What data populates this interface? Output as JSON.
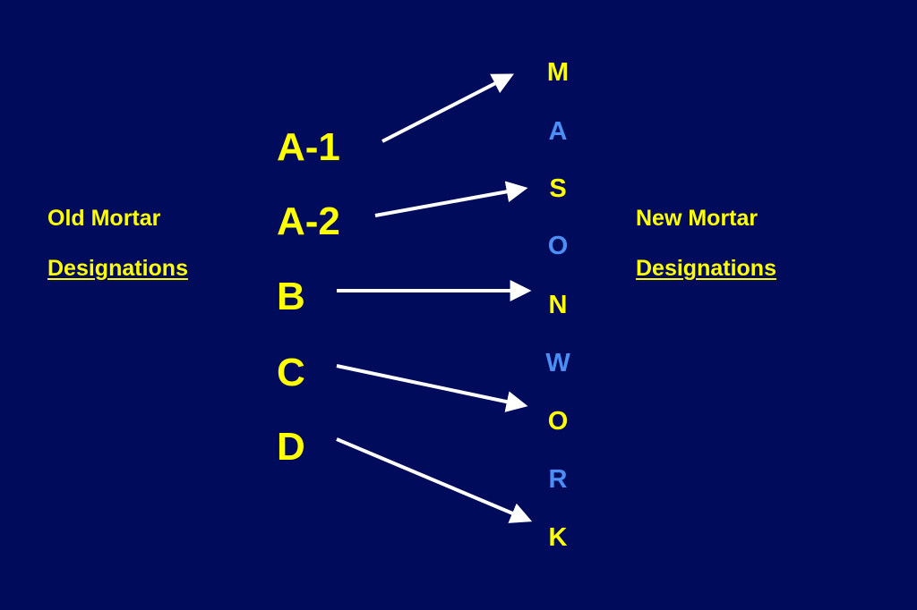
{
  "colors": {
    "background": "#000b5c",
    "yellow": "#ffff00",
    "blue": "#4d8ef5",
    "arrow": "#ffffff"
  },
  "left_label": {
    "line1": "Old Mortar",
    "line2": "Designations"
  },
  "right_label": {
    "line1": "New Mortar",
    "line2": "Designations"
  },
  "old_designations": [
    "A-1",
    "A-2",
    "B",
    "C",
    "D"
  ],
  "new_designations": [
    {
      "letter": "M",
      "highlight": true
    },
    {
      "letter": "A",
      "highlight": false
    },
    {
      "letter": "S",
      "highlight": true
    },
    {
      "letter": "O",
      "highlight": false
    },
    {
      "letter": "N",
      "highlight": true
    },
    {
      "letter": "W",
      "highlight": false
    },
    {
      "letter": "O",
      "highlight": true
    },
    {
      "letter": "R",
      "highlight": false
    },
    {
      "letter": "K",
      "highlight": true
    }
  ],
  "mappings": [
    {
      "from": "A-1",
      "to": "M"
    },
    {
      "from": "A-2",
      "to": "S"
    },
    {
      "from": "B",
      "to": "N"
    },
    {
      "from": "C",
      "to": "O"
    },
    {
      "from": "D",
      "to": "K"
    }
  ]
}
